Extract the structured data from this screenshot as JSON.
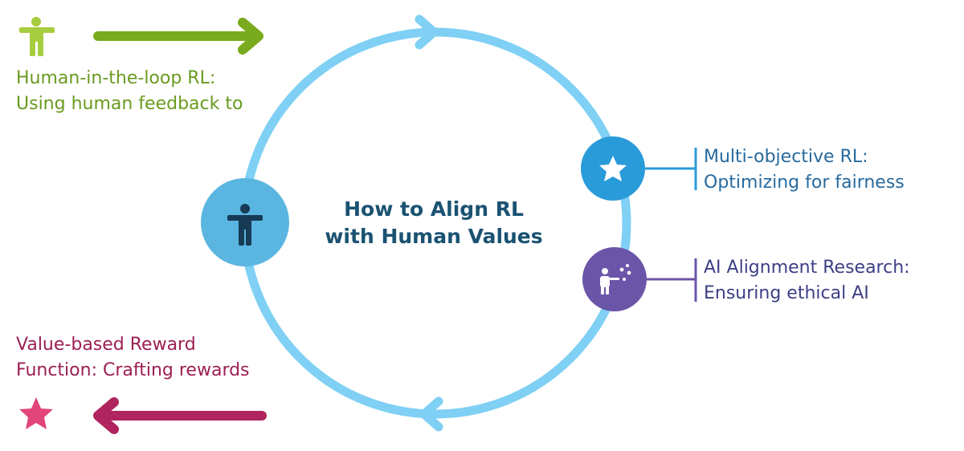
{
  "center_title": [
    "How to Align RL",
    "with Human Values"
  ],
  "items": [
    {
      "id": "human-in-the-loop",
      "lines": [
        "Human-in-the-loop RL:",
        "Using human feedback to"
      ],
      "icon": "person-icon",
      "color": "#7aaa1e"
    },
    {
      "id": "value-based-reward",
      "lines": [
        "Value-based Reward",
        "Function: Crafting rewards"
      ],
      "icon": "star-icon",
      "color": "#e2457b"
    },
    {
      "id": "multi-objective",
      "lines": [
        "Multi-objective RL:",
        "Optimizing for fairness"
      ],
      "icon": "star-icon",
      "color": "#2a9bd9"
    },
    {
      "id": "ai-alignment",
      "lines": [
        "AI Alignment Research:",
        "Ensuring ethical AI"
      ],
      "icon": "presenter-icon",
      "color": "#6b55a8"
    }
  ],
  "colors": {
    "cycle": "#7fd0f4",
    "center_node": "#5ab6e0",
    "center_title": "#1a5272",
    "green_arrow": "#7aaa1e",
    "magenta_arrow": "#b0245f"
  }
}
